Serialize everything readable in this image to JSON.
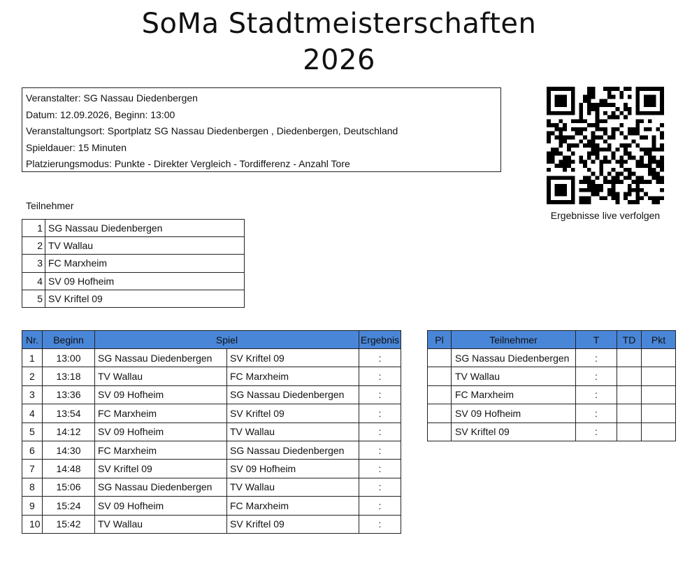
{
  "title": {
    "line1": "SoMa Stadtmeisterschaften",
    "line2": "2026"
  },
  "info": {
    "organizer": "Veranstalter: SG Nassau Diedenbergen",
    "date": "Datum: 12.09.2026, Beginn: 13:00",
    "venue": "Veranstaltungsort: Sportplatz SG Nassau Diedenbergen , Diedenbergen, Deutschland",
    "duration": "Spieldauer: 15 Minuten",
    "mode": "Platzierungsmodus: Punkte - Direkter Vergleich - Tordifferenz - Anzahl Tore"
  },
  "qr": {
    "caption": "Ergebnisse live verfolgen",
    "icon": "qr-code"
  },
  "participants": {
    "heading": "Teilnehmer",
    "rows": [
      {
        "num": "1",
        "name": "SG Nassau Diedenbergen"
      },
      {
        "num": "2",
        "name": "TV Wallau"
      },
      {
        "num": "3",
        "name": "FC Marxheim"
      },
      {
        "num": "4",
        "name": "SV 09 Hofheim"
      },
      {
        "num": "5",
        "name": "SV Kriftel 09"
      }
    ]
  },
  "schedule": {
    "headers": {
      "nr": "Nr.",
      "start": "Beginn",
      "game": "Spiel",
      "result": "Ergebnis"
    },
    "header_color": "#4a86d8",
    "rows": [
      {
        "nr": "1",
        "start": "13:00",
        "home": "SG Nassau Diedenbergen",
        "away": "SV Kriftel 09",
        "result": ":"
      },
      {
        "nr": "2",
        "start": "13:18",
        "home": "TV Wallau",
        "away": "FC Marxheim",
        "result": ":"
      },
      {
        "nr": "3",
        "start": "13:36",
        "home": "SV 09 Hofheim",
        "away": "SG Nassau Diedenbergen",
        "result": ":"
      },
      {
        "nr": "4",
        "start": "13:54",
        "home": "FC Marxheim",
        "away": "SV Kriftel 09",
        "result": ":"
      },
      {
        "nr": "5",
        "start": "14:12",
        "home": "SV 09 Hofheim",
        "away": "TV Wallau",
        "result": ":"
      },
      {
        "nr": "6",
        "start": "14:30",
        "home": "FC Marxheim",
        "away": "SG Nassau Diedenbergen",
        "result": ":"
      },
      {
        "nr": "7",
        "start": "14:48",
        "home": "SV Kriftel 09",
        "away": "SV 09 Hofheim",
        "result": ":"
      },
      {
        "nr": "8",
        "start": "15:06",
        "home": "SG Nassau Diedenbergen",
        "away": "TV Wallau",
        "result": ":"
      },
      {
        "nr": "9",
        "start": "15:24",
        "home": "SV 09 Hofheim",
        "away": "FC Marxheim",
        "result": ":"
      },
      {
        "nr": "10",
        "start": "15:42",
        "home": "TV Wallau",
        "away": "SV Kriftel 09",
        "result": ":"
      }
    ]
  },
  "standings": {
    "headers": {
      "pl": "Pl",
      "team": "Teilnehmer",
      "t": "T",
      "td": "TD",
      "pkt": "Pkt"
    },
    "rows": [
      {
        "pl": "",
        "team": "SG Nassau Diedenbergen",
        "t": ":",
        "td": "",
        "pkt": ""
      },
      {
        "pl": "",
        "team": "TV Wallau",
        "t": ":",
        "td": "",
        "pkt": ""
      },
      {
        "pl": "",
        "team": "FC Marxheim",
        "t": ":",
        "td": "",
        "pkt": ""
      },
      {
        "pl": "",
        "team": "SV 09 Hofheim",
        "t": ":",
        "td": "",
        "pkt": ""
      },
      {
        "pl": "",
        "team": "SV Kriftel 09",
        "t": ":",
        "td": "",
        "pkt": ""
      }
    ]
  }
}
